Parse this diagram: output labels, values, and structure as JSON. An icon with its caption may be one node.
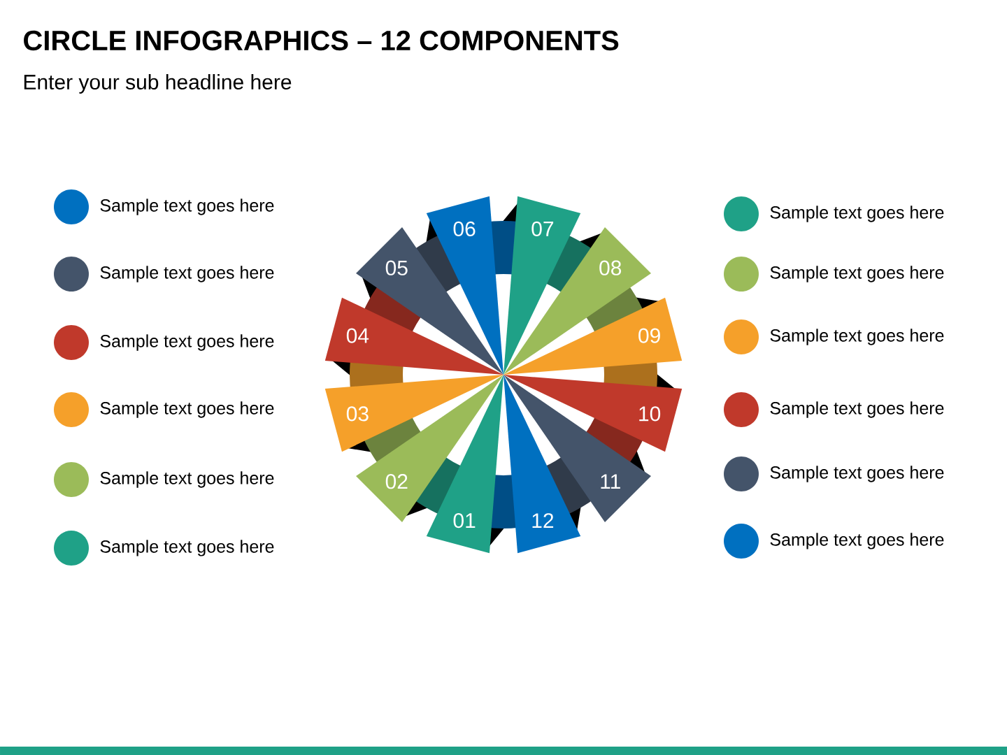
{
  "diagram": {
    "title": "CIRCLE INFOGRAPHICS – 12 COMPONENTS",
    "nodes": [
      {
        "text": [
          "01"
        ]
      },
      {
        "text": [
          "02"
        ]
      },
      {
        "text": [
          "03"
        ]
      },
      {
        "text": [
          "04"
        ]
      },
      {
        "text": [
          "05"
        ]
      },
      {
        "text": [
          "06"
        ]
      },
      {
        "text": [
          "07"
        ]
      },
      {
        "text": [
          "08"
        ]
      },
      {
        "text": [
          "09"
        ]
      },
      {
        "text": [
          "10"
        ]
      },
      {
        "text": [
          "11"
        ]
      },
      {
        "text": [
          "12"
        ]
      }
    ],
    "labels": [
      "Enter your sub headline here"
    ],
    "legend": [
      {
        "text": "Sample text goes here",
        "color": "#0070c0"
      },
      {
        "text": "Sample text goes here",
        "color": "#44546a"
      },
      {
        "text": "Sample text goes here",
        "color": "#c0392b"
      },
      {
        "text": "Sample text goes here",
        "color": "#f5a02a"
      },
      {
        "text": "Sample text goes here",
        "color": "#9bbb59"
      },
      {
        "text": "Sample text goes here",
        "color": "#1fa187"
      },
      {
        "text": "Sample text goes here",
        "color": "#1fa187"
      },
      {
        "text": "Sample text goes here",
        "color": "#9bbb59"
      },
      {
        "text": "Sample text goes here",
        "color": "#f5a02a"
      },
      {
        "text": "Sample text goes here",
        "color": "#c0392b"
      },
      {
        "text": "Sample text goes here",
        "color": "#44546a"
      },
      {
        "text": "Sample text goes here",
        "color": "#0070c0"
      }
    ]
  }
}
